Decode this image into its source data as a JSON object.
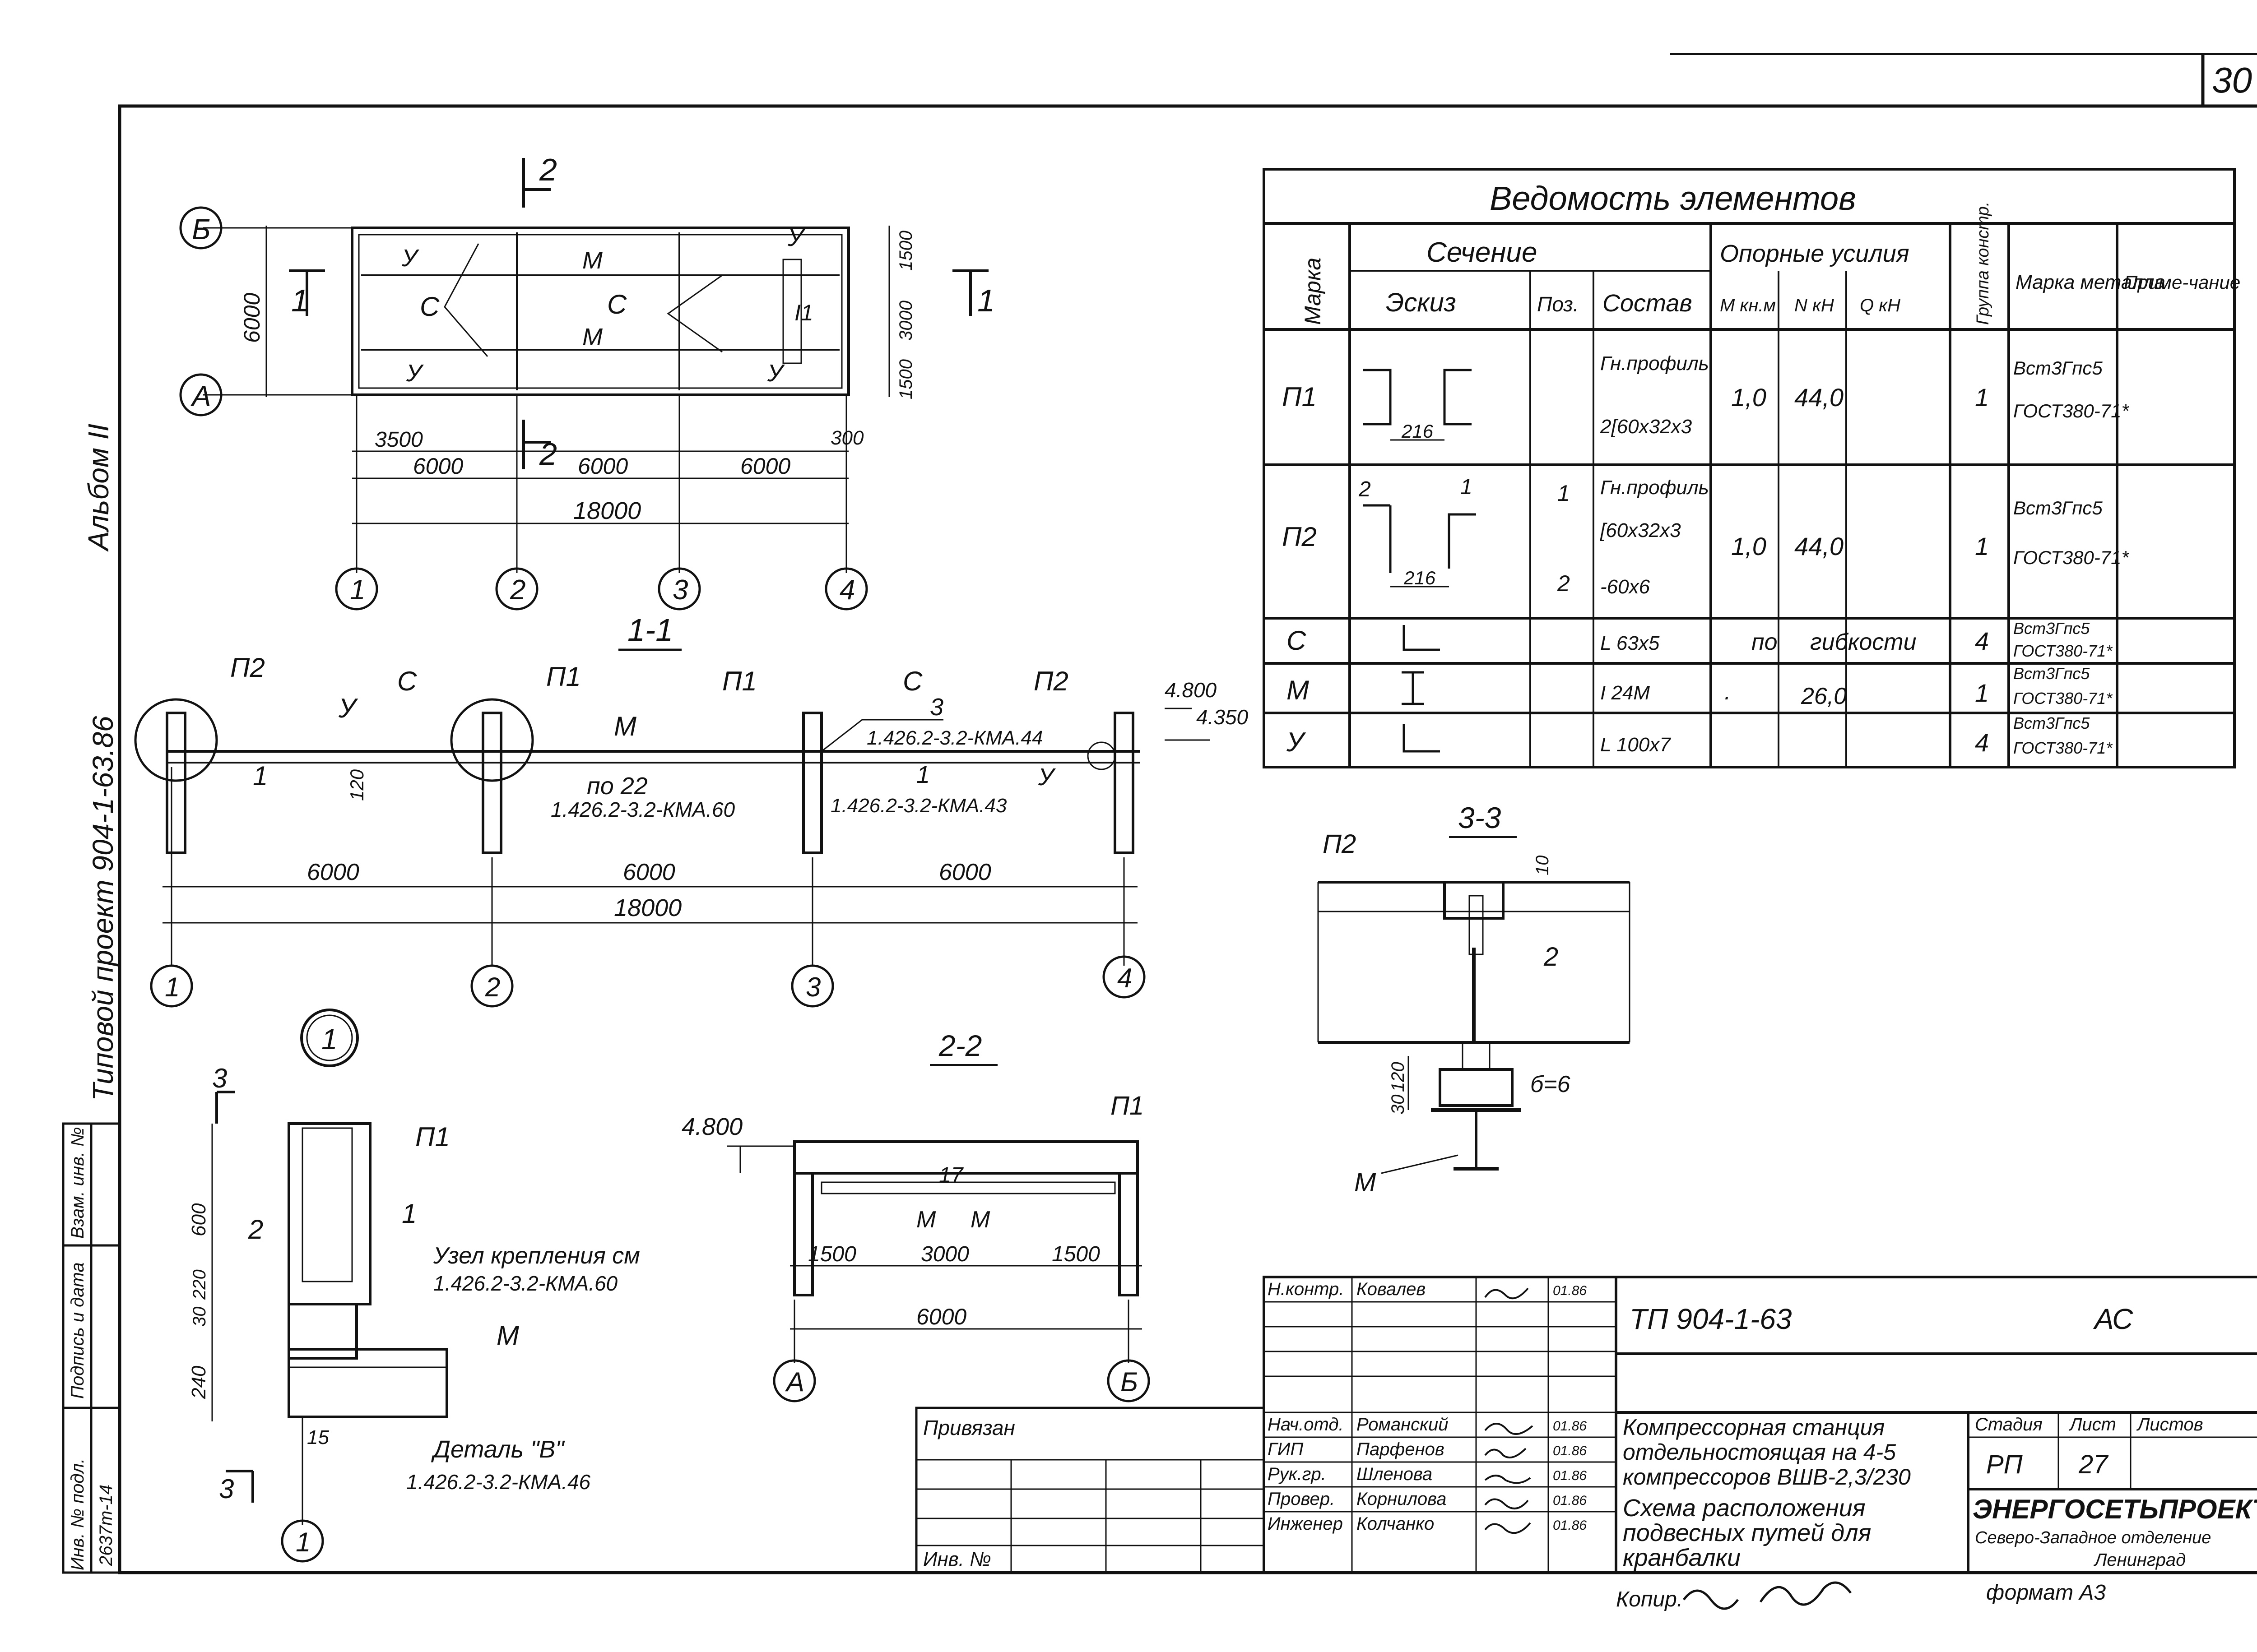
{
  "sheet_number": "30",
  "margin_notes": {
    "album": "Альбом II",
    "project": "Типовой проект 904-1-63.86"
  },
  "stamp_left": {
    "col1_title": "Инв. № подл.",
    "col1_value": "2637т-14",
    "col2_title": "Подпись и дата",
    "col3_title": "Взам. инв. №"
  },
  "plan": {
    "section_mark_2": "2",
    "section_mark_1": "1",
    "axis_letters": [
      "Б",
      "А"
    ],
    "axis_numbers": [
      "1",
      "2",
      "3",
      "4"
    ],
    "labels": {
      "U": "У",
      "M": "М",
      "C": "С",
      "I1": "I1"
    },
    "dim_height": "6000",
    "dim_right": [
      "1500",
      "3000",
      "1500"
    ],
    "dim_3500": "3500",
    "dim_300": "300",
    "dims_span": [
      "6000",
      "6000",
      "6000"
    ],
    "dim_total": "18000"
  },
  "section_1_1": {
    "title": "1-1",
    "labels": {
      "P1": "П1",
      "P2": "П2",
      "C": "С",
      "U": "У",
      "M": "М",
      "one": "1",
      "three": "3"
    },
    "dim_120": "120",
    "note_po22": "по 22",
    "ref_60": "1.426.2-3.2-КМА.60",
    "ref_44": "1.426.2-3.2-КМА.44",
    "ref_43": "1.426.2-3.2-КМА.43",
    "elev_top": "4.800",
    "elev_bot": "4.350",
    "dims": [
      "6000",
      "6000",
      "6000"
    ],
    "dim_total": "18000",
    "axis_numbers": [
      "1",
      "2",
      "3",
      "4"
    ]
  },
  "node_1": {
    "circle_label": "1",
    "section_mark": "3",
    "labels": {
      "P1": "П1",
      "one": "1",
      "two": "2",
      "M": "М"
    },
    "dims_v": [
      "600",
      "30",
      "220",
      "240"
    ],
    "dim_15": "15",
    "note_node": "Узел крепления см",
    "ref_node": "1.426.2-3.2-КМА.60",
    "note_detail": "Деталь \"В\"",
    "ref_detail": "1.426.2-3.2-КМА.46",
    "axis": "1"
  },
  "section_2_2": {
    "title": "2-2",
    "elev": "4.800",
    "labels": {
      "P1": "П1",
      "I7": "17",
      "M": "М"
    },
    "dims": [
      "1500",
      "3000",
      "1500"
    ],
    "dim_total": "6000",
    "axis_letters": [
      "А",
      "Б"
    ]
  },
  "section_3_3": {
    "title": "3-3",
    "labels": {
      "P2": "П2",
      "two": "2",
      "M": "М"
    },
    "dim_10": "10",
    "dims_v": [
      "120",
      "30"
    ],
    "plate": "б=6"
  },
  "table": {
    "title": "Ведомость элементов",
    "headers": {
      "mark": "Марка",
      "section": "Сечение",
      "sketch": "Эскиз",
      "pos": "Поз.",
      "composition": "Состав",
      "forces": "Опорные усилия",
      "m": "М кн.м",
      "n": "N кН",
      "q": "Q кН",
      "group": "Группа констр.",
      "steel": "Марка металла",
      "note": "Приме-чание"
    },
    "rows": [
      {
        "mark": "П1",
        "pos": [
          ""
        ],
        "composition": [
          "Гн.профиль",
          "2[60x32x3"
        ],
        "m": "1,0",
        "n": "44,0",
        "q": "",
        "group": "1",
        "steel": [
          "Вст3Гпс5",
          "ГОСТ380-71*"
        ],
        "sketch_dim": "216"
      },
      {
        "mark": "П2",
        "pos": [
          "1",
          "2"
        ],
        "composition": [
          "Гн.профиль",
          "[60x32x3",
          "-60x6"
        ],
        "m": "1,0",
        "n": "44,0",
        "q": "",
        "group": "1",
        "steel": [
          "Вст3Гпс5",
          "ГОСТ380-71*"
        ],
        "sketch_dim": "216",
        "sketch_pos": [
          "2",
          "1"
        ]
      },
      {
        "mark": "С",
        "pos": [
          ""
        ],
        "composition": [
          "L 63x5"
        ],
        "m": "по",
        "n": "гибкости",
        "q": "",
        "group": "4",
        "steel": [
          "Вст3Гпс5",
          "ГОСТ380-71*"
        ]
      },
      {
        "mark": "М",
        "pos": [
          ""
        ],
        "composition": [
          "I 24М"
        ],
        "m": ".",
        "n": "26,0",
        "q": "",
        "group": "1",
        "steel": [
          "Вст3Гпс5",
          "ГОСТ380-71*"
        ]
      },
      {
        "mark": "У",
        "pos": [
          ""
        ],
        "composition": [
          "L 100x7"
        ],
        "m": "",
        "n": "",
        "q": "",
        "group": "4",
        "steel": [
          "Вст3Гпс5",
          "ГОСТ380-71*"
        ]
      }
    ]
  },
  "privyazan": {
    "label": "Привязан",
    "inv": "Инв. №"
  },
  "title_block": {
    "code": "ТП   904-1-63",
    "set": "АС",
    "staff": [
      {
        "role": "Н.контр.",
        "name": "Ковалев",
        "date": "01.86"
      },
      {
        "role": "Нач.отд.",
        "name": "Романский",
        "date": "01.86"
      },
      {
        "role": "ГИП",
        "name": "Парфенов",
        "date": "01.86"
      },
      {
        "role": "Рук.гр.",
        "name": "Шленова",
        "date": "01.86"
      },
      {
        "role": "Провер.",
        "name": "Корнилова",
        "date": "01.86"
      },
      {
        "role": "Инженер",
        "name": "Колчанко",
        "date": "01.86"
      }
    ],
    "object_lines": [
      "Компрессорная станция",
      "отдельностоящая на 4-5",
      "компрессоров ВШВ-2,3/230"
    ],
    "drawing_lines": [
      "Схема расположения",
      "подвесных путей для",
      "кранбалки"
    ],
    "stage_label": "Стадия",
    "sheet_label": "Лист",
    "sheets_label": "Листов",
    "stage": "РП",
    "sheet": "27",
    "org": "ЭНЕРГОСЕТЬПРОЕКТ",
    "org_sub1": "Северо-Западное отделение",
    "org_sub2": "Ленинград",
    "copied": "Копир.",
    "format": "формат А3"
  }
}
